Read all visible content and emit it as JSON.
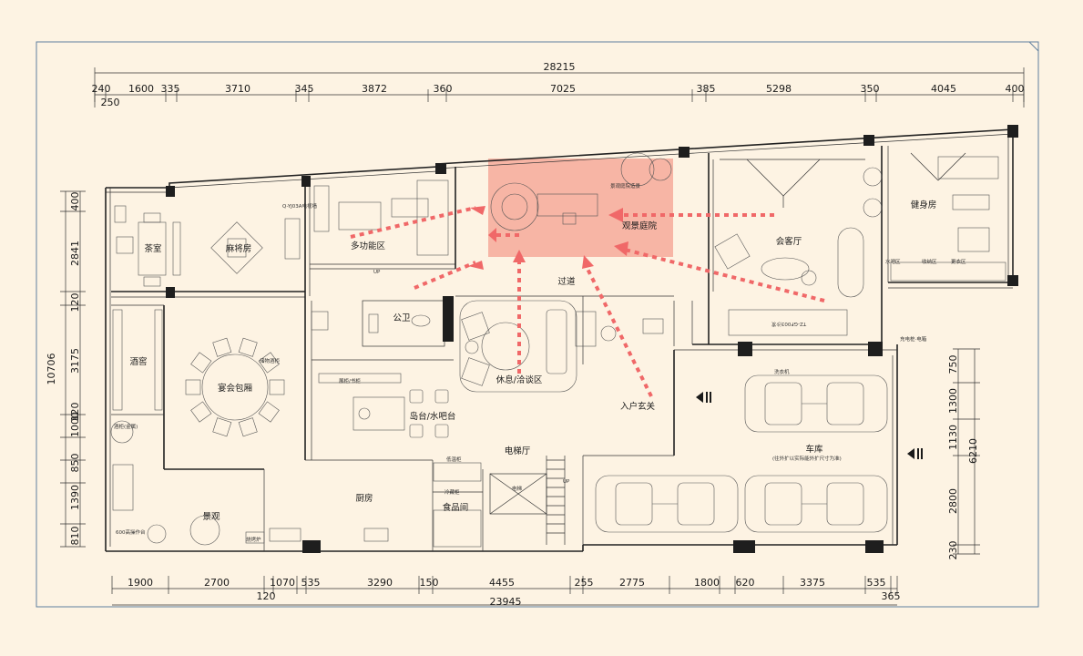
{
  "dimensions": {
    "top_total": "28215",
    "top_segments": [
      "240",
      "1600",
      "335",
      "3710",
      "345",
      "3872",
      "360",
      "7025",
      "385",
      "5298",
      "350",
      "4045",
      "400"
    ],
    "top_sub": "250",
    "bottom_total": "23945",
    "bottom_segments": [
      "1900",
      "2700",
      "1070",
      "535",
      "3290",
      "150",
      "4455",
      "255",
      "2775",
      "1800",
      "620",
      "3375",
      "535"
    ],
    "bottom_sub_left": "120",
    "bottom_sub_right": "365",
    "left_total": "10706",
    "left_segments": [
      "400",
      "2841",
      "120",
      "3175",
      "120",
      "1000",
      "850",
      "1390",
      "810"
    ],
    "left_sub": "120",
    "right_total": "6210",
    "right_segments": [
      "750",
      "1300",
      "1130",
      "2800",
      "230"
    ]
  },
  "rooms": {
    "tea_room": "茶室",
    "mahjong": "麻将房",
    "multi_function": "多功能区",
    "courtyard": "观景庭院",
    "reception": "会客厅",
    "gym": "健身房",
    "corridor": "过道",
    "public_wc": "公卫",
    "wine_cellar": "酒窖",
    "banquet": "宴会包厢",
    "lounge": "休息/洽谈区",
    "entry": "入户玄关",
    "island": "岛台/水吧台",
    "elevator_hall": "电梯厅",
    "garage": "车库",
    "kitchen": "厨房",
    "pantry": "食品间",
    "landscape": "景观"
  },
  "notes": {
    "tv_wall": "Q-YJ03A电视墙",
    "courtyard_note": "景观庭院造景",
    "wine_storage": "储物酒柜",
    "bar_zone": "水吧区",
    "storage_zone": "收纳区",
    "dressing_zone": "更衣区",
    "sofa_note": "TZ-GF003沙发",
    "tv_cabinet": "展柜/书柜",
    "garage_note": "(往外扩以实际能外扩尺寸为准)",
    "cabinet_note": "低温柜",
    "sink_note": "洗衣机",
    "stair_note": "电梯",
    "washer": "酒柜(金属)",
    "unit_note": "600高操作台",
    "bbq": "烧烤炉",
    "seal": "冷藏柜",
    "charger": "充电桩",
    "drain": "充电桩·电箱",
    "up": "UP"
  },
  "colors": {
    "background": "#fdf3e3",
    "frame": "#5f7f9f",
    "highlight": "#f4a090",
    "arrows": "#f06868"
  }
}
